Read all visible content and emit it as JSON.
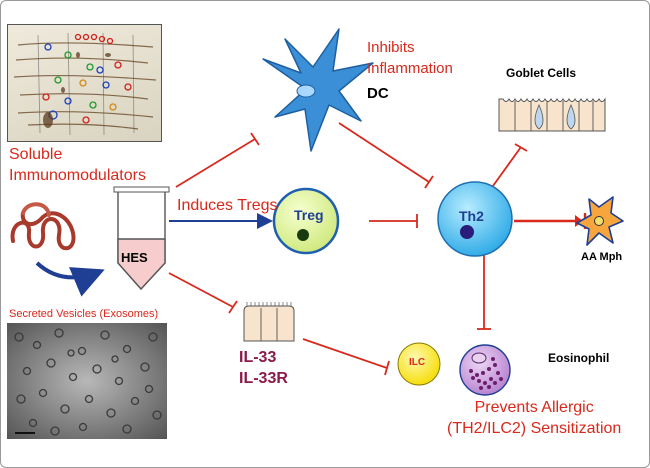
{
  "labels": {
    "inhibits": "Inhibits",
    "inflammation": "Inflammation",
    "dc": "DC",
    "goblet_cells": "Goblet Cells",
    "soluble": "Soluble",
    "immunomodulators": "Immunomodulators",
    "induces_tregs": "Induces Tregs",
    "treg": "Treg",
    "th2": "Th2",
    "hes": "HES",
    "aa_mph": "AA Mph",
    "secreted_vesicles": "Secreted Vesicles (Exosomes)",
    "il33": "IL-33",
    "il33r": "IL-33R",
    "ilc": "ILC",
    "eosinophil": "Eosinophil",
    "prevents_line1": "Prevents Allergic",
    "prevents_line2": "(TH2/ILC2) Sensitization"
  },
  "colors": {
    "label_red": "#d8291c",
    "arrow_blue": "#1f3f94",
    "il33_text": "#8b1a4a",
    "treg_fill": "#e6f7a6",
    "th2_fill": "#58c8f2",
    "dc_fill": "#3a8fd6",
    "ilc_fill": "#ffee1a",
    "eosinophil_fill": "#c99ad8",
    "hes_fill": "#f6cccc",
    "goblet_fill": "#f8e3cc",
    "aamph_fill": "#f7a63e"
  },
  "icons": [
    "gel-blot-image",
    "worm-icon",
    "hes-tube-icon",
    "dendritic-cell-icon",
    "treg-cell-icon",
    "th2-cell-icon",
    "goblet-cells-icon",
    "macrophage-icon",
    "epithelium-icon",
    "ilc-cell-icon",
    "eosinophil-icon",
    "exosome-micrograph-image"
  ]
}
